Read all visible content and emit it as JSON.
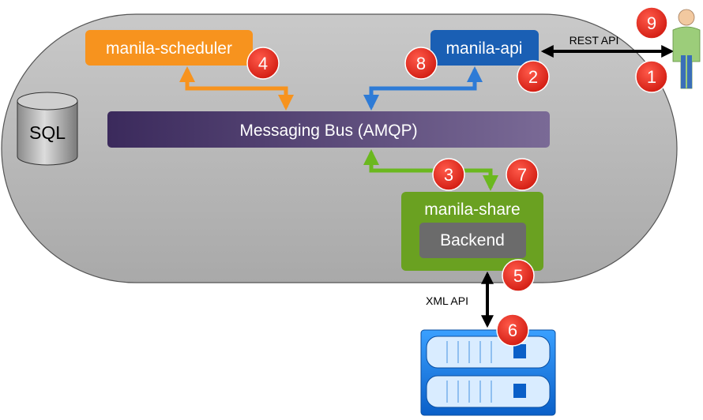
{
  "diagram": {
    "components": {
      "scheduler": "manila-scheduler",
      "api": "manila-api",
      "bus": "Messaging Bus (AMQP)",
      "share": "manila-share",
      "backend": "Backend",
      "database": "SQL"
    },
    "edge_labels": {
      "rest": "REST API",
      "xml": "XML API"
    },
    "steps": [
      "1",
      "2",
      "3",
      "4",
      "5",
      "6",
      "7",
      "8",
      "9"
    ],
    "icons": {
      "user": "user-icon",
      "storage": "storage-array-icon",
      "database": "database-icon"
    },
    "colors": {
      "cloud_fill": "#b9b9b9",
      "scheduler": "#f7931e",
      "api": "#1a5fb4",
      "bus": "#4a3a6e",
      "share": "#6aa121",
      "backend": "#6b6b6b",
      "step_badge": "#e0281e",
      "blue_arrow": "#2e7bd6",
      "orange_arrow": "#f7931e",
      "green_arrow": "#6bb81f",
      "black_arrow": "#000000"
    }
  }
}
